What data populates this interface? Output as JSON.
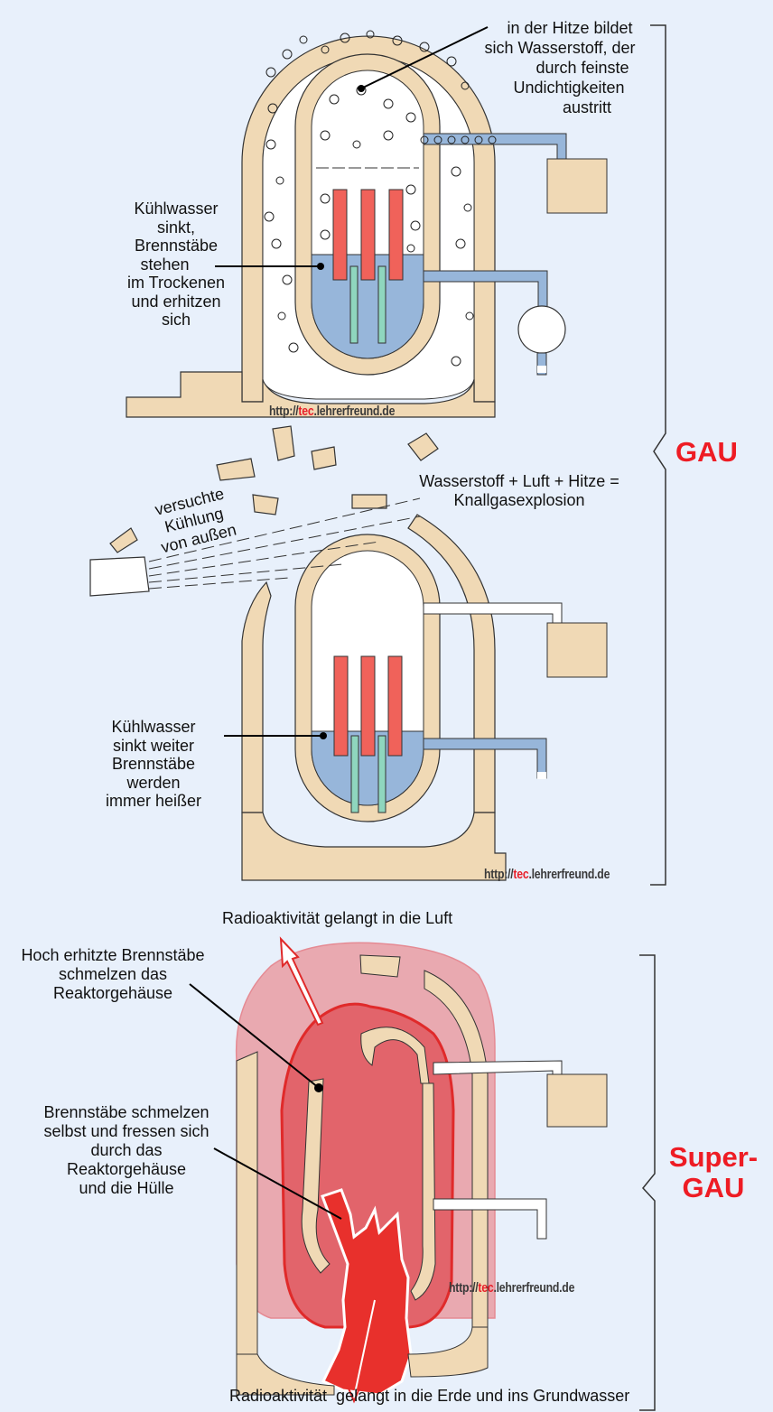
{
  "colors": {
    "background": "#e8f0fb",
    "wall": "#f0d9b5",
    "water": "#97b6da",
    "fuel_rod": "#f0625a",
    "control_rod": "#8fd6be",
    "accent_red": "#ee1c24",
    "melt_outer": "#e9a9b0",
    "melt_inner": "#e2646b",
    "core_melt": "#e8302c"
  },
  "panel1": {
    "label_hydrogen": [
      "in der Hitze bildet",
      "sich Wasserstoff, der",
      "durch feinste",
      "Undichtigkeiten",
      "austritt"
    ],
    "label_water": [
      "Kühlwasser",
      "sinkt,",
      "Brennstäbe",
      "stehen",
      "im Trockenen",
      "und erhitzen",
      "sich"
    ],
    "watermark": {
      "prefix": "http://",
      "highlight": "tec",
      "suffix": ".lehrerfreund.de"
    }
  },
  "panel2": {
    "label_explosion": [
      "Wasserstoff + Luft + Hitze =",
      "Knallgasexplosion"
    ],
    "label_cooling": [
      "versuchte",
      "Kühlung",
      "von außen"
    ],
    "label_water": [
      "Kühlwasser",
      "sinkt weiter",
      "Brennstäbe",
      "werden",
      "immer heißer"
    ],
    "watermark": {
      "prefix": "http://",
      "highlight": "tec",
      "suffix": ".lehrerfreund.de"
    }
  },
  "bracket_gau": {
    "label": "GAU"
  },
  "panel3": {
    "label_air": "Radioaktivität gelangt in die Luft",
    "label_melt_housing": [
      "Hoch erhitzte Brennstäbe",
      "schmelzen das",
      "Reaktorgehäuse"
    ],
    "label_melt_through": [
      "Brennstäbe schmelzen",
      "selbst und fressen sich",
      "durch das",
      "Reaktorgehäuse",
      "und die Hülle"
    ],
    "label_ground": "Radioaktivität  gelangt in die Erde und ins Grundwasser",
    "watermark": {
      "prefix": "http://",
      "highlight": "tec",
      "suffix": ".lehrerfreund.de"
    }
  },
  "bracket_supergau": {
    "label_line1": "Super-",
    "label_line2": "GAU"
  }
}
